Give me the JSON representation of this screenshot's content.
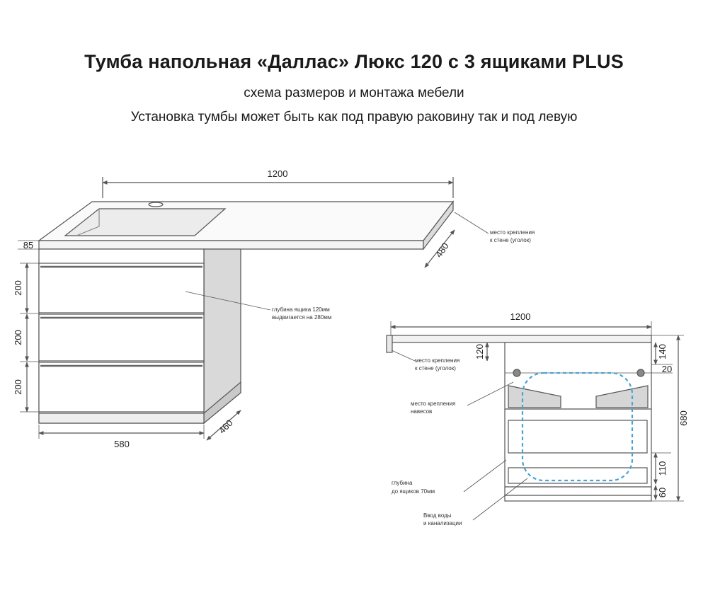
{
  "title": "Тумба напольная «Даллас» Люкс 120 с 3 ящиками PLUS",
  "subtitle_1": "схема размеров и монтажа мебели",
  "subtitle_2": "Установка тумбы может быть как под правую раковину так и под левую",
  "left_view": {
    "width": "1200",
    "countertop_depth": "480",
    "countertop_thickness": "85",
    "drawer_heights": [
      "200",
      "200",
      "200"
    ],
    "cabinet_width": "580",
    "cabinet_depth": "460",
    "note_wall_mount": [
      "место крепления",
      "к стене (уголок)"
    ],
    "note_drawer_depth": [
      "глубина ящика 120мм",
      "выдвигается на 280мм"
    ]
  },
  "right_view": {
    "width": "1200",
    "dim_120": "120",
    "dim_140": "140",
    "dim_20": "20",
    "height": "680",
    "dim_110": "110",
    "dim_60": "60",
    "note_wall_mount": [
      "место крепления",
      "к стене (уголок)"
    ],
    "note_hinge_mount": [
      "место крепления",
      "навесов"
    ],
    "note_drawer_depth": [
      "глубина",
      "до ящиков 70мм"
    ],
    "note_water_inlet": [
      "Ввод воды",
      "и канализации"
    ]
  },
  "colors": {
    "line": "#555555",
    "panel_fill": "#f4f4f4",
    "side_fill": "#d9d9d9",
    "sink_dash": "#4aa3d6"
  }
}
